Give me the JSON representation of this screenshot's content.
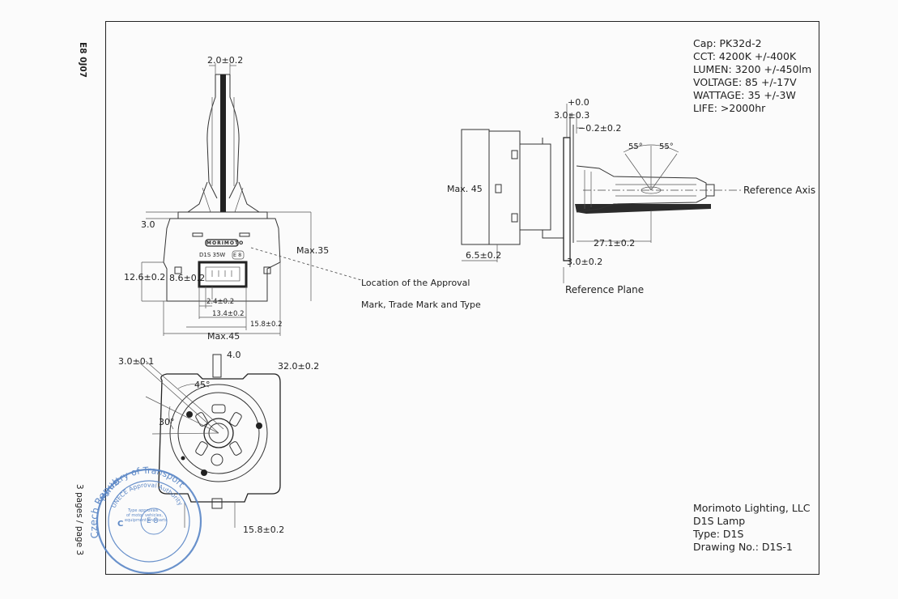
{
  "side_note": "E8 0J07",
  "page_note": "3 pages / page 3",
  "specs": [
    "Cap: PK32d-2",
    "CCT: 4200K +/-400K",
    "LUMEN: 3200 +/-450lm",
    "VOLTAGE: 85 +/-17V",
    "WATTAGE: 35 +/-3W",
    "LIFE: >2000hr"
  ],
  "title_block": [
    "Morimoto Lighting, LLC",
    "D1S Lamp",
    "Type: D1S",
    "Drawing No.: D1S-1"
  ],
  "front_view": {
    "dim_top": "2.0±0.2",
    "dim_flange": "3.0",
    "dim_max35": "Max.35",
    "dim_12_6": "12.6±0.2",
    "dim_8_6": "8.6±0.2",
    "dim_2_4": "2.4±0.2",
    "dim_13_4": "13.4±0.2",
    "dim_15_8": "15.8±0.2",
    "dim_max45": "Max.45",
    "brand_label": "MORIMOTO",
    "type_label": "D1S 35W",
    "mark_label": "E 8"
  },
  "callout": {
    "line1": "Location of the Approval",
    "line2": "Mark, Trade Mark and Type"
  },
  "side_view": {
    "dim_plus0": "+0.0",
    "dim_3_0_3": "3.0±0.3",
    "dim_minus_0_2": "−0.2±0.2",
    "angle_left": "55°",
    "angle_right": "55°",
    "reference_axis": "Reference Axis",
    "dim_max45": "Max. 45",
    "dim_6_5": "6.5±0.2",
    "dim_27_1": "27.1±0.2",
    "dim_3_0": "3.0±0.2",
    "reference_plane": "Reference Plane"
  },
  "bottom_view": {
    "dim_3_0_1": "3.0±0.1",
    "dim_4_0": "4.0",
    "dim_32_0": "32.0±0.2",
    "angle_45": "45°",
    "angle_30": "30°",
    "dim_15_8": "15.8±0.2"
  },
  "stamp": {
    "outer_top": "Ministry of Transport",
    "outer_left": "Czech Republic",
    "inner": "UNECE Approval Authority",
    "center_mark": "E 8",
    "letter": "C",
    "note_lines": [
      "Type approvals",
      "of motor vehicles,",
      "equipment and parts"
    ]
  }
}
